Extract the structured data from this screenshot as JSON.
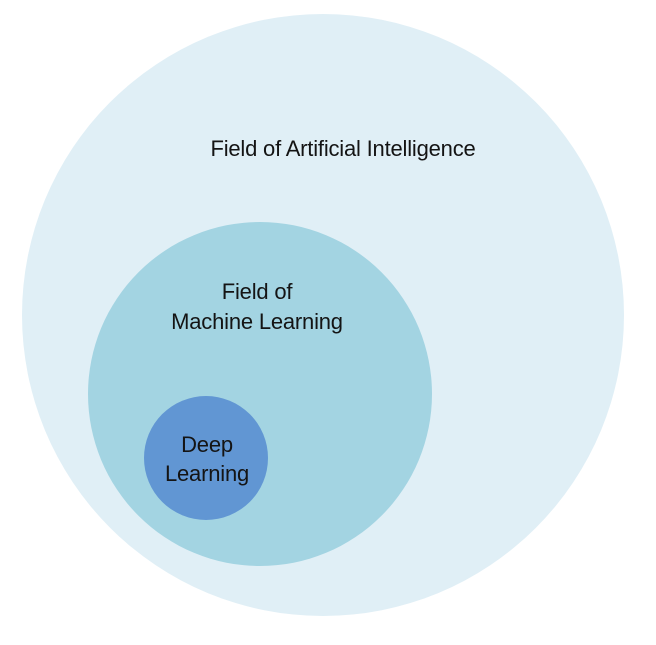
{
  "diagram": {
    "type": "nested-euler-diagram",
    "background_color": "#ffffff",
    "text_color": "#141414",
    "circles": [
      {
        "name": "artificial-intelligence",
        "lines": [
          "Field of Artificial Intelligence"
        ],
        "fill": "#e0eff6"
      },
      {
        "name": "machine-learning",
        "lines": [
          "Field of",
          "Machine Learning"
        ],
        "fill": "#a3d4e2"
      },
      {
        "name": "deep-learning",
        "lines": [
          "Deep",
          "Learning"
        ],
        "fill": "#6196d3"
      }
    ]
  }
}
